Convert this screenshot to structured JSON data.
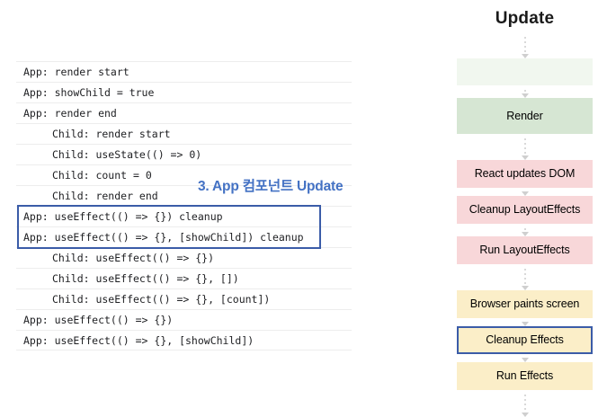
{
  "console": {
    "rows": [
      {
        "text": "App: render start",
        "indent": false,
        "highlighted": false
      },
      {
        "text": "App: showChild = true",
        "indent": false,
        "highlighted": false
      },
      {
        "text": "App: render end",
        "indent": false,
        "highlighted": false
      },
      {
        "text": "Child: render start",
        "indent": true,
        "highlighted": false
      },
      {
        "text": "Child: useState(() => 0)",
        "indent": true,
        "highlighted": false
      },
      {
        "text": "Child: count = 0",
        "indent": true,
        "highlighted": false
      },
      {
        "text": "Child: render end",
        "indent": true,
        "highlighted": false
      },
      {
        "text": "App: useEffect(() => {}) cleanup",
        "indent": false,
        "highlighted": true
      },
      {
        "text": "App: useEffect(() => {}, [showChild]) cleanup",
        "indent": false,
        "highlighted": true
      },
      {
        "text": "Child: useEffect(() => {})",
        "indent": true,
        "highlighted": false
      },
      {
        "text": "Child: useEffect(() => {}, [])",
        "indent": true,
        "highlighted": false
      },
      {
        "text": "Child: useEffect(() => {}, [count])",
        "indent": true,
        "highlighted": false
      },
      {
        "text": "App: useEffect(() => {})",
        "indent": false,
        "highlighted": false
      },
      {
        "text": "App: useEffect(() => {}, [showChild])",
        "indent": false,
        "highlighted": false
      }
    ]
  },
  "annotation": {
    "label": "3. App 컴포넌트 Update",
    "color": "#4472c4"
  },
  "flowchart": {
    "title": "Update",
    "nodes": [
      {
        "label": "",
        "fill": "#f1f7ef",
        "selected": false,
        "size": "empty"
      },
      {
        "label": "Render",
        "fill": "#d6e6d3",
        "selected": false,
        "size": "tall"
      },
      {
        "label": "React updates DOM",
        "fill": "#f8d7d9",
        "selected": false,
        "size": "std"
      },
      {
        "label": "Cleanup LayoutEffects",
        "fill": "#f8d7d9",
        "selected": false,
        "size": "std"
      },
      {
        "label": "Run LayoutEffects",
        "fill": "#f8d7d9",
        "selected": false,
        "size": "std"
      },
      {
        "label": "Browser paints screen",
        "fill": "#fbeec8",
        "selected": false,
        "size": "std"
      },
      {
        "label": "Cleanup Effects",
        "fill": "#fbeec8",
        "selected": true,
        "size": "std"
      },
      {
        "label": "Run Effects",
        "fill": "#fbeec8",
        "selected": false,
        "size": "std"
      }
    ],
    "selection_color": "#3b5ca8",
    "connector_color": "#d9d9d9"
  }
}
